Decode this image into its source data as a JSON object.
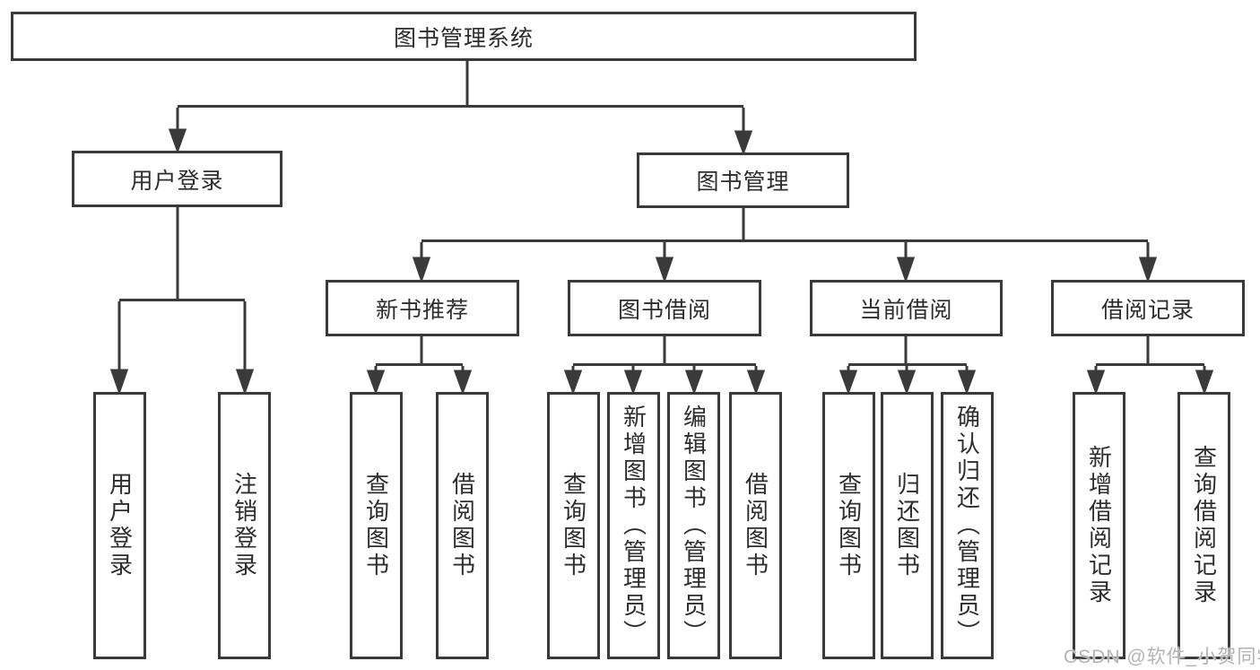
{
  "diagram_title": "图书管理系统",
  "nodes": {
    "root": {
      "label": "图书管理系统"
    },
    "userLogin": {
      "label": "用户登录"
    },
    "bookMgmt": {
      "label": "图书管理"
    },
    "newBookRec": {
      "label": "新书推荐"
    },
    "bookBorrow": {
      "label": "图书借阅"
    },
    "currentBorrow": {
      "label": "当前借阅"
    },
    "borrowRecords": {
      "label": "借阅记录"
    },
    "leafUserLogin": {
      "label": "用户登录"
    },
    "leafLogout": {
      "label": "注销登录"
    },
    "leafQueryBooksA": {
      "label": "查询图书"
    },
    "leafBorrowBooksA": {
      "label": "借阅图书"
    },
    "leafQueryBooksB": {
      "label": "查询图书"
    },
    "leafAddBooks": {
      "label": "新增图书（管理员）"
    },
    "leafEditBooks": {
      "label": "编辑图书（管理员）"
    },
    "leafBorrowBooksB": {
      "label": "借阅图书"
    },
    "leafQueryBooksC": {
      "label": "查询图书"
    },
    "leafReturnBooks": {
      "label": "归还图书"
    },
    "leafConfirmReturn": {
      "label": "确认归还（管理员）"
    },
    "leafAddBorrowRecord": {
      "label": "新增借阅记录"
    },
    "leafQueryBorrowRecord": {
      "label": "查询借阅记录"
    }
  },
  "hierarchy": {
    "图书管理系统": {
      "用户登录": [
        "用户登录",
        "注销登录"
      ],
      "图书管理": {
        "新书推荐": [
          "查询图书",
          "借阅图书"
        ],
        "图书借阅": [
          "查询图书",
          "新增图书（管理员）",
          "编辑图书（管理员）",
          "借阅图书"
        ],
        "当前借阅": [
          "查询图书",
          "归还图书",
          "确认归还（管理员）"
        ],
        "借阅记录": [
          "新增借阅记录",
          "查询借阅记录"
        ]
      }
    }
  },
  "watermark": {
    "text": "CSDN @软件_小贺同学"
  },
  "colors": {
    "line": "#3a3a3a",
    "box_border": "#3a3a3a",
    "text": "#2d2d2d",
    "background": "#ffffff",
    "watermark": "#b3b3b3"
  }
}
